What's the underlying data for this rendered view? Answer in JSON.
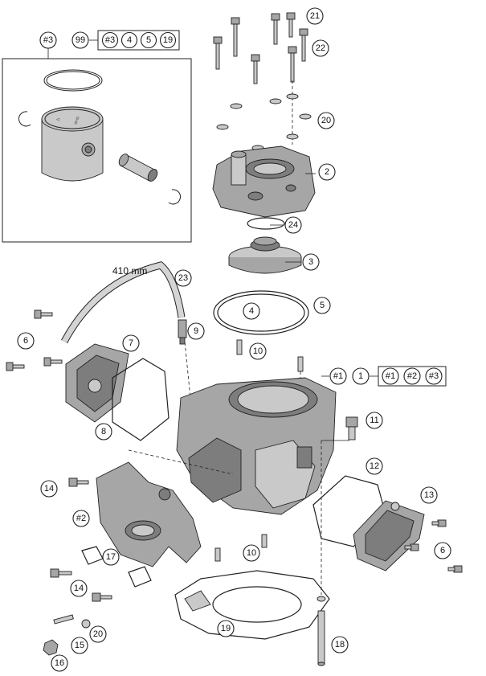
{
  "hose_length": "410 mm",
  "kits": {
    "piston_kit": {
      "label": "#3"
    },
    "kit_99": {
      "label": "99",
      "items": [
        "#3",
        "4",
        "5",
        "19"
      ]
    },
    "kit_1": {
      "label": "1",
      "items": [
        "#1",
        "#2",
        "#3"
      ]
    }
  },
  "callouts": [
    {
      "id": "21",
      "label": "21"
    },
    {
      "id": "22",
      "label": "22"
    },
    {
      "id": "20-top",
      "label": "20"
    },
    {
      "id": "2",
      "label": "2"
    },
    {
      "id": "24",
      "label": "24"
    },
    {
      "id": "3",
      "label": "3"
    },
    {
      "id": "5",
      "label": "5"
    },
    {
      "id": "4",
      "label": "4"
    },
    {
      "id": "23",
      "label": "23"
    },
    {
      "id": "9",
      "label": "9"
    },
    {
      "id": "10-top",
      "label": "10"
    },
    {
      "id": "6-left",
      "label": "6"
    },
    {
      "id": "7",
      "label": "7"
    },
    {
      "id": "8",
      "label": "8"
    },
    {
      "id": "#1",
      "label": "#1"
    },
    {
      "id": "11",
      "label": "11"
    },
    {
      "id": "12",
      "label": "12"
    },
    {
      "id": "13",
      "label": "13"
    },
    {
      "id": "6-right",
      "label": "6"
    },
    {
      "id": "14-top",
      "label": "14"
    },
    {
      "id": "#2",
      "label": "#2"
    },
    {
      "id": "17",
      "label": "17"
    },
    {
      "id": "14-bottom",
      "label": "14"
    },
    {
      "id": "10-bottom",
      "label": "10"
    },
    {
      "id": "19",
      "label": "19"
    },
    {
      "id": "20-bottom",
      "label": "20"
    },
    {
      "id": "15",
      "label": "15"
    },
    {
      "id": "16",
      "label": "16"
    },
    {
      "id": "18",
      "label": "18"
    }
  ]
}
